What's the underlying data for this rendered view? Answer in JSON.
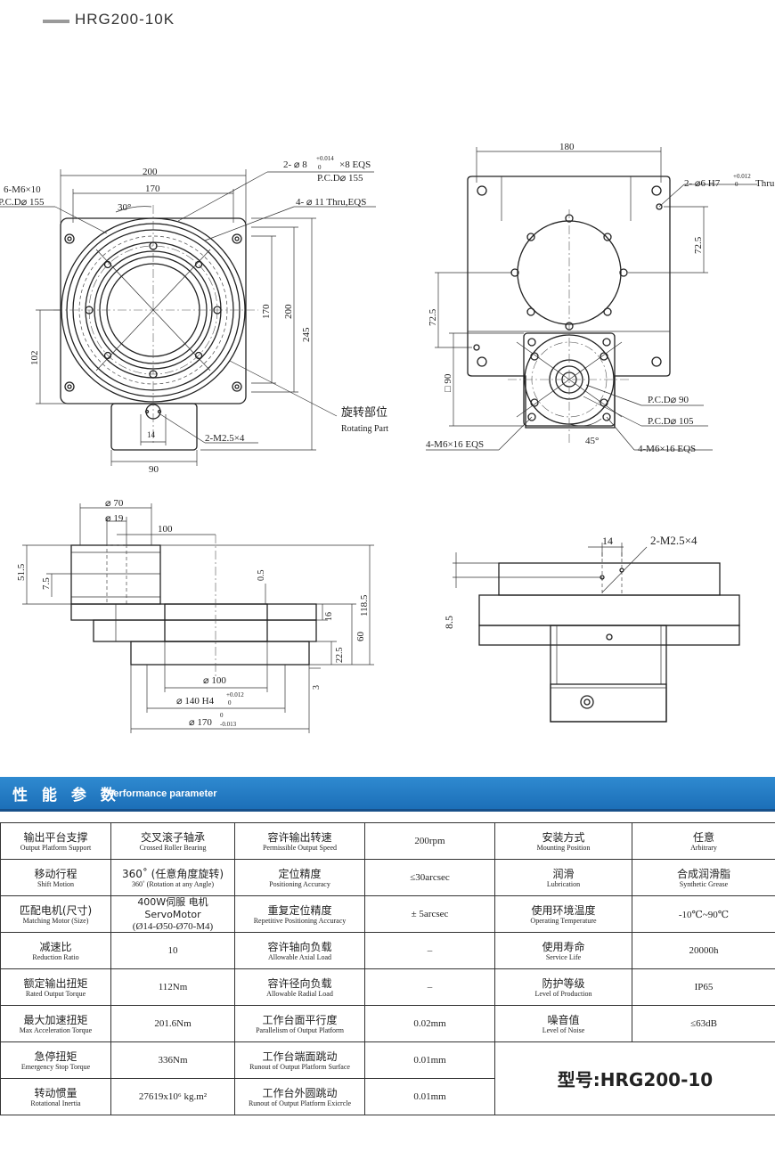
{
  "title": "HRG200-10K",
  "drawings": {
    "top_left": {
      "w200": "200",
      "w170": "170",
      "a30": "30°",
      "m6": "6-M6×10",
      "pcd155a": "P.C.D⌀ 155",
      "pin": "2- ⌀ 8",
      "pin_tol": "+0.014",
      "pin_tol0": "0",
      "pin_eqs": "×8 EQS",
      "pcd155b": "P.C.D⌀ 155",
      "thru": "4- ⌀ 11 Thru,EQS",
      "h170": "170",
      "h200": "200",
      "h245": "245",
      "h102": "102",
      "rot_cn": "旋转部位",
      "rot_en": "Rotating Part",
      "m25": "2-M2.5×4",
      "d14": "14",
      "w90": "90"
    },
    "top_right": {
      "w180": "180",
      "pin": "2- ⌀6 H7",
      "pin_tol": "+0.012",
      "pin_tol0": "0",
      "pin_thru": "Thru",
      "v72a": "72.5",
      "v72b": "72.5",
      "sq90": "□ 90",
      "pcd90": "P.C.D⌀ 90",
      "pcd105": "P.C.D⌀ 105",
      "a45": "45°",
      "m6l": "4-M6×16 EQS",
      "m6r": "4-M6×16 EQS"
    },
    "bottom_left": {
      "d70": "⌀ 70",
      "d19": "⌀ 19",
      "l100": "100",
      "v515": "51.5",
      "v75": "7.5",
      "v05": "0.5",
      "v16": "16",
      "v1185": "118.5",
      "v225": "22.5",
      "v60": "60",
      "v3": "3",
      "d100": "⌀ 100",
      "d140": "⌀ 140 H4",
      "d140_tol": "+0.012",
      "d140_tol0": "0",
      "d170": "⌀ 170",
      "d170_tol0": "0",
      "d170_tol": "-0.013"
    },
    "bottom_right": {
      "d14": "14",
      "m25": "2-M2.5×4",
      "v85": "8.5"
    }
  },
  "section": {
    "title_cn": "性 能 参 数",
    "title_en": "Performance parameter"
  },
  "table": {
    "rows": [
      {
        "c1": {
          "cn": "输出平台支撑",
          "en": "Output Platform Support"
        },
        "v1": {
          "cn": "交叉滚子轴承",
          "en": "Crossed Roller Bearing"
        },
        "c2": {
          "cn": "容许输出转速",
          "en": "Permissible Output Speed"
        },
        "v2": "200rpm",
        "c3": {
          "cn": "安装方式",
          "en": "Mounting Position"
        },
        "v3": {
          "cn": "任意",
          "en": "Arbitrary"
        }
      },
      {
        "c1": {
          "cn": "移动行程",
          "en": "Shift Motion"
        },
        "v1": {
          "cn": "360˚ (任意角度旋转)",
          "en": "360˚ (Rotation at any Angle)"
        },
        "c2": {
          "cn": "定位精度",
          "en": "Positioning Accuracy"
        },
        "v2": "≤30arcsec",
        "c3": {
          "cn": "润滑",
          "en": "Lubrication"
        },
        "v3": {
          "cn": "合成润滑脂",
          "en": "Synthetic Grease"
        }
      },
      {
        "c1": {
          "cn": "匹配电机(尺寸)",
          "en": "Matching Motor (Size)"
        },
        "v1": {
          "cn": "400W伺服 电机 ServoMotor",
          "en": "(Ø14-Ø50-Ø70-M4)"
        },
        "c2": {
          "cn": "重复定位精度",
          "en": "Repetitive Positioning Accuracy"
        },
        "v2": "± 5arcsec",
        "c3": {
          "cn": "使用环境温度",
          "en": "Operating Temperature"
        },
        "v3": {
          "cn": "",
          "en": "-10℃~90℃"
        }
      },
      {
        "c1": {
          "cn": "减速比",
          "en": "Reduction Ratio"
        },
        "v1": {
          "cn": "",
          "en": "10"
        },
        "c2": {
          "cn": "容许轴向负载",
          "en": "Allowable Axial Load"
        },
        "v2": "–",
        "c3": {
          "cn": "使用寿命",
          "en": "Service Life"
        },
        "v3": {
          "cn": "",
          "en": "20000h"
        }
      },
      {
        "c1": {
          "cn": "额定输出扭矩",
          "en": "Rated Output Torque"
        },
        "v1": {
          "cn": "",
          "en": "112Nm"
        },
        "c2": {
          "cn": "容许径向负载",
          "en": "Allowable Radial Load"
        },
        "v2": "–",
        "c3": {
          "cn": "防护等级",
          "en": "Level of Production"
        },
        "v3": {
          "cn": "",
          "en": "IP65"
        }
      },
      {
        "c1": {
          "cn": "最大加速扭矩",
          "en": "Max Acceleration Torque"
        },
        "v1": {
          "cn": "",
          "en": "201.6Nm"
        },
        "c2": {
          "cn": "工作台面平行度",
          "en": "Parallelism of Output Platform"
        },
        "v2": "0.02mm",
        "c3": {
          "cn": "噪音值",
          "en": "Level of Noise"
        },
        "v3": {
          "cn": "",
          "en": "≤63dB"
        }
      },
      {
        "c1": {
          "cn": "急停扭矩",
          "en": "Emergency Stop Torque"
        },
        "v1": {
          "cn": "",
          "en": "336Nm"
        },
        "c2": {
          "cn": "工作台端面跳动",
          "en": "Runout of Output Platform Surface"
        },
        "v2": "0.01mm"
      },
      {
        "c1": {
          "cn": "转动惯量",
          "en": "Rotational Inertia"
        },
        "v1": {
          "cn": "",
          "en": "27619x10⁶ kg.m²"
        },
        "c2": {
          "cn": "工作台外圆跳动",
          "en": "Runout of Output Platform Exicrcle"
        },
        "v2": "0.01mm"
      }
    ],
    "model": "型号:HRG200-10"
  }
}
